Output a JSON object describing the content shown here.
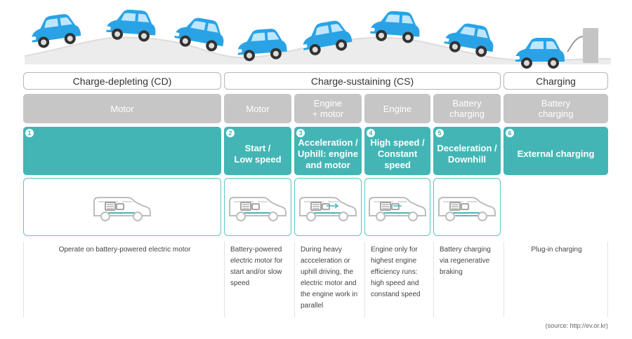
{
  "modes": [
    {
      "label": "Charge-depleting (CD)"
    },
    {
      "label": "Charge-sustaining (CS)"
    },
    {
      "label": "Charging"
    }
  ],
  "columns": [
    {
      "number": "1",
      "power_source": "Motor",
      "condition": "",
      "description": "Operate on battery-powered electric motor"
    },
    {
      "number": "2",
      "power_source": "Motor",
      "condition": "Start /\nLow speed",
      "description": "Battery-powered electric motor for start and/or slow speed"
    },
    {
      "number": "3",
      "power_source": "Engine\n+ motor",
      "condition": "Acceleration /\nUphill: engine\nand motor",
      "description": "During heavy accceleration or uphill driving, the electric motor and the engine work in parallel"
    },
    {
      "number": "4",
      "power_source": "Engine",
      "condition": "High speed /\nConstant\nspeed",
      "description": "Engine only for highest engine efficiency runs: high speed and constand speed"
    },
    {
      "number": "5",
      "power_source": "Battery\ncharging",
      "condition": "Deceleration /\nDownhill",
      "description": "Battery charging via regenerative braking"
    },
    {
      "number": "6",
      "power_source": "Battery\ncharging",
      "condition": "External charging",
      "description": "Plug-in charging"
    }
  ],
  "source": "(source: http://ev.or.kr)",
  "colors": {
    "teal": "#44b5b5",
    "gray": "#c6c6c6",
    "car_blue": "#2aa3e6",
    "road": "#e4e4e4"
  }
}
